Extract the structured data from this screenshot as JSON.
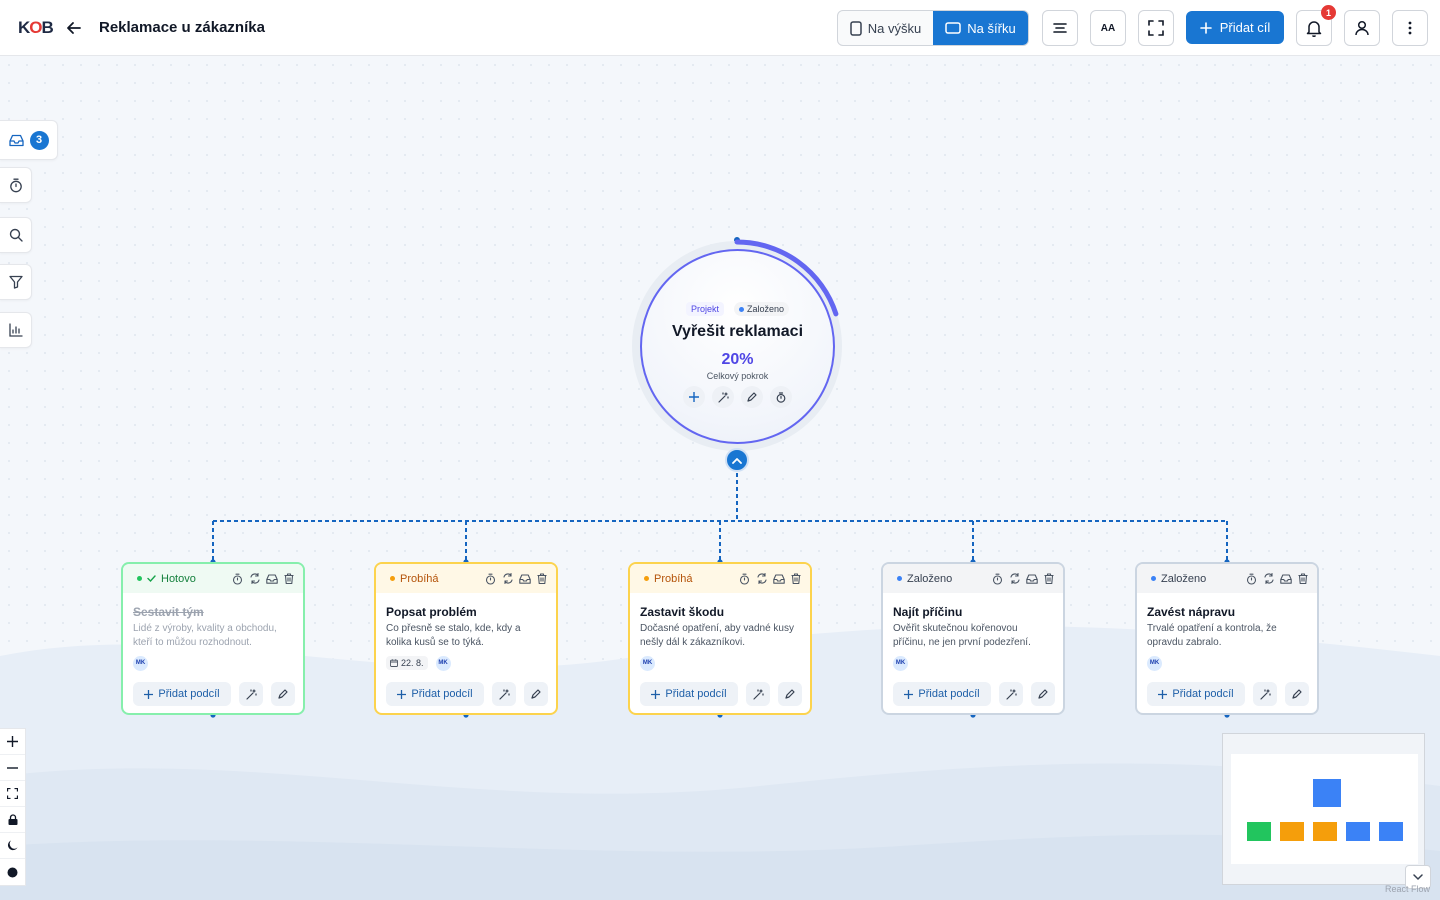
{
  "header": {
    "logo_k": "K",
    "logo_o": "O",
    "logo_b": "B",
    "title": "Reklamace u zákazníka",
    "orientation_portrait": "Na výšku",
    "orientation_landscape": "Na šířku",
    "font_size_label": "AA",
    "add_goal": "Přidat cíl",
    "notifications_count": "1"
  },
  "sidebar": {
    "inbox_count": "3"
  },
  "root": {
    "type_label": "Projekt",
    "status": "Založeno",
    "title": "Vyřešit reklamaci",
    "progress": "20%",
    "progress_value": 0.2,
    "progress_label": "Celkový pokrok"
  },
  "cards": [
    {
      "status": "Hotovo",
      "title": "Sestavit tým",
      "desc": "Lidé z výroby, kvality a obchodu, kteří to můžou rozhodnout.",
      "date": "",
      "avatar": "MK",
      "add": "Přidat podcíl"
    },
    {
      "status": "Probíhá",
      "title": "Popsat problém",
      "desc": "Co přesně se stalo, kde, kdy a kolika kusů se to týká.",
      "date": "22. 8.",
      "avatar": "MK",
      "add": "Přidat podcíl"
    },
    {
      "status": "Probíhá",
      "title": "Zastavit škodu",
      "desc": "Dočasné opatření, aby vadné kusy nešly dál k zákazníkovi.",
      "date": "",
      "avatar": "MK",
      "add": "Přidat podcíl"
    },
    {
      "status": "Založeno",
      "title": "Najít příčinu",
      "desc": "Ověřit skutečnou kořenovou příčinu, ne jen první podezření.",
      "date": "",
      "avatar": "MK",
      "add": "Přidat podcíl"
    },
    {
      "status": "Založeno",
      "title": "Zavést nápravu",
      "desc": "Trvalé opatření a kontrola, že opravdu zabralo.",
      "date": "",
      "avatar": "MK",
      "add": "Přidat podcíl"
    }
  ],
  "colors": {
    "accent": "#1976d2",
    "done": "#22c55e",
    "in_progress": "#f59e0b",
    "created": "#3b82f6",
    "root_ring": "#6366f1"
  },
  "attribution": "React Flow"
}
